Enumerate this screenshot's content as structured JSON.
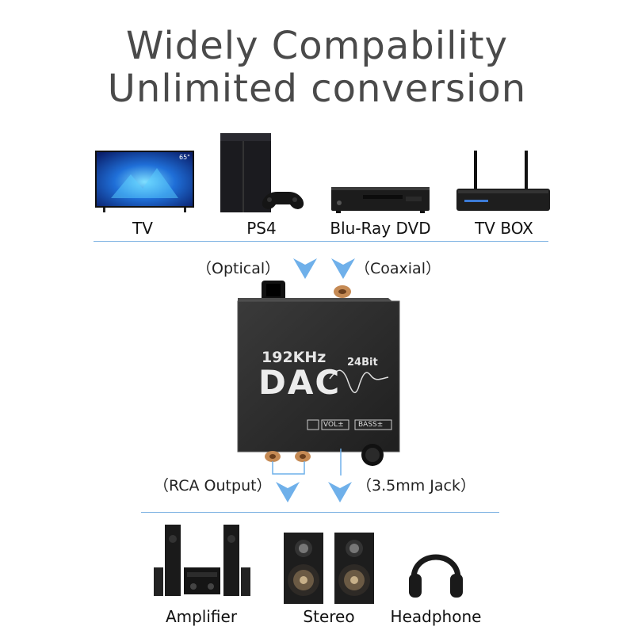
{
  "headline": {
    "line1": "Widely Compability",
    "line2": "Unlimited conversion"
  },
  "sources": [
    {
      "label": "TV",
      "screen_badge": "65\""
    },
    {
      "label": "PS4"
    },
    {
      "label": "Blu-Ray DVD"
    },
    {
      "label": "TV BOX"
    }
  ],
  "inputs": {
    "optical": "（Optical）",
    "coaxial": "（Coaxial）"
  },
  "device": {
    "rate": "192KHz",
    "bits": "24Bit",
    "name": "DAC",
    "vol": "VOL±",
    "bass": "BASS±"
  },
  "outputs": {
    "rca": "（RCA Output）",
    "jack": "（3.5mm Jack）"
  },
  "destinations": [
    {
      "label": "Amplifier"
    },
    {
      "label": "Stereo"
    },
    {
      "label": "Headphone"
    }
  ],
  "colors": {
    "arrow": "#6fb0ea",
    "rule": "#7fb3e3",
    "headline": "#4a4a4a",
    "device": "#2b2b2b"
  }
}
